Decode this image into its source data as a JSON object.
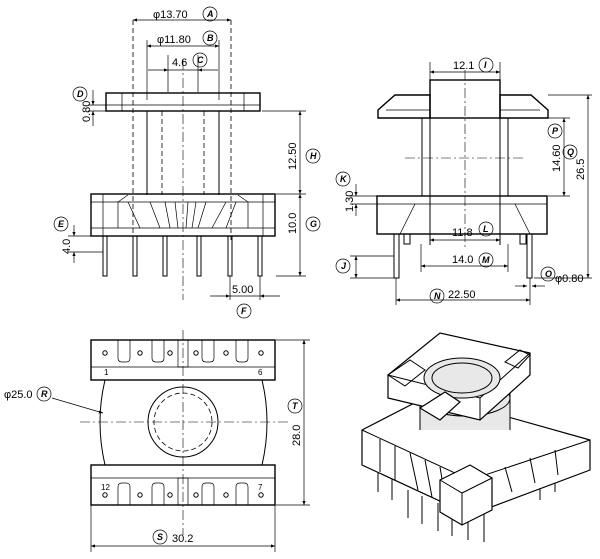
{
  "dimensions": {
    "A": {
      "tag": "A",
      "value": "φ13.70"
    },
    "B": {
      "tag": "B",
      "value": "φ11.80"
    },
    "C": {
      "tag": "C",
      "value": "4.6"
    },
    "D": {
      "tag": "D",
      "value": "0.80"
    },
    "E": {
      "tag": "E",
      "value": "4.0"
    },
    "F": {
      "tag": "F",
      "value": "5.00"
    },
    "G": {
      "tag": "G",
      "value": "10.0"
    },
    "H": {
      "tag": "H",
      "value": "12.50"
    },
    "I": {
      "tag": "I",
      "value": "12.1"
    },
    "K": {
      "tag": "K",
      "value": "1.30"
    },
    "J": {
      "tag": "J",
      "value": ""
    },
    "L": {
      "tag": "L",
      "value": "11.8"
    },
    "M": {
      "tag": "M",
      "value": "14.0"
    },
    "N": {
      "tag": "N",
      "value": "22.50"
    },
    "O": {
      "tag": "O",
      "value": "φ0.80"
    },
    "P": {
      "tag": "P",
      "value": "14.60"
    },
    "Q": {
      "tag": "Q",
      "value": "26.5"
    },
    "R": {
      "tag": "R",
      "value": "φ25.0"
    },
    "S": {
      "tag": "S",
      "value": "30.2"
    },
    "T": {
      "tag": "T",
      "value": "28.0"
    }
  },
  "pins": {
    "p1": "1",
    "p6": "6",
    "p7": "7",
    "p12": "12"
  }
}
